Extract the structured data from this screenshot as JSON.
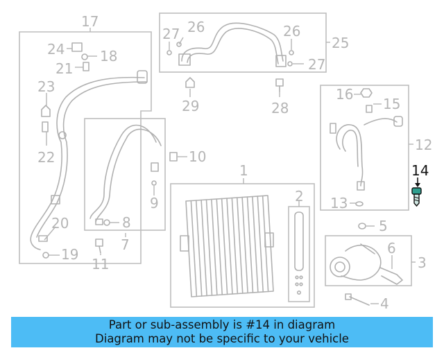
{
  "highlight_color": "#111111",
  "label_color": "#b5b5b5",
  "banner": {
    "background": "#4dbcf5",
    "line1": "Part or sub-assembly is #14 in diagram",
    "line2": "Diagram may not be specific to your vehicle"
  },
  "callouts": {
    "c1": "1",
    "c2": "2",
    "c3": "3",
    "c4": "4",
    "c5": "5",
    "c6": "6",
    "c7": "7",
    "c8": "8",
    "c9": "9",
    "c10": "10",
    "c11": "11",
    "c12": "12",
    "c13": "13",
    "c14": "14",
    "c15": "15",
    "c16": "16",
    "c17": "17",
    "c18": "18",
    "c19": "19",
    "c20": "20",
    "c21": "21",
    "c22": "22",
    "c23": "23",
    "c24": "24",
    "c25": "25",
    "c26a": "26",
    "c26b": "26",
    "c27a": "27",
    "c27b": "27",
    "c28": "28",
    "c29": "29"
  }
}
